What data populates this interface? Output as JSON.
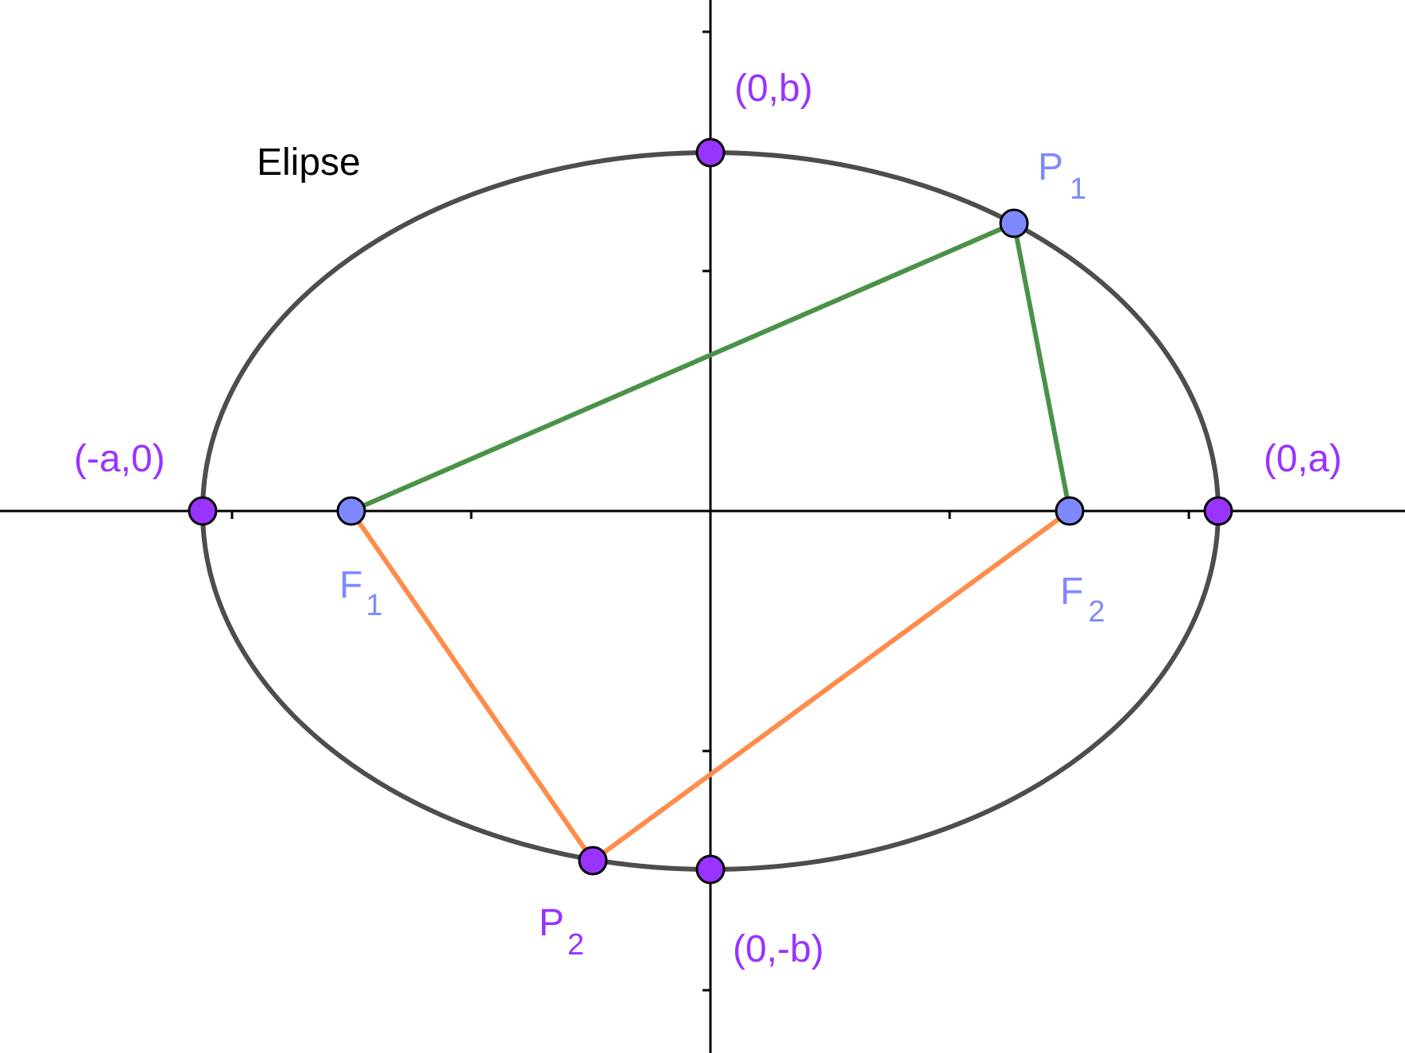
{
  "title": "Elipse",
  "points": {
    "a_neg": {
      "label": "(-a,0)"
    },
    "a_pos": {
      "label": "(0,a)"
    },
    "b_pos": {
      "label": "(0,b)"
    },
    "b_neg": {
      "label": "(0,-b)"
    },
    "f1": {
      "label": "F",
      "sub": "1"
    },
    "f2": {
      "label": "F",
      "sub": "2"
    },
    "p1": {
      "label": "P",
      "sub": "1"
    },
    "p2": {
      "label": "P",
      "sub": "2"
    }
  },
  "colors": {
    "ellipse": "#4d4d4d",
    "axes": "#000000",
    "vertex": "#9933ff",
    "focus": "#7f89ff",
    "vertex_label": "#9933ff",
    "focus_label": "#7f89ff",
    "p1_segments": "#4a9248",
    "p2_segments": "#ff8c4a"
  }
}
